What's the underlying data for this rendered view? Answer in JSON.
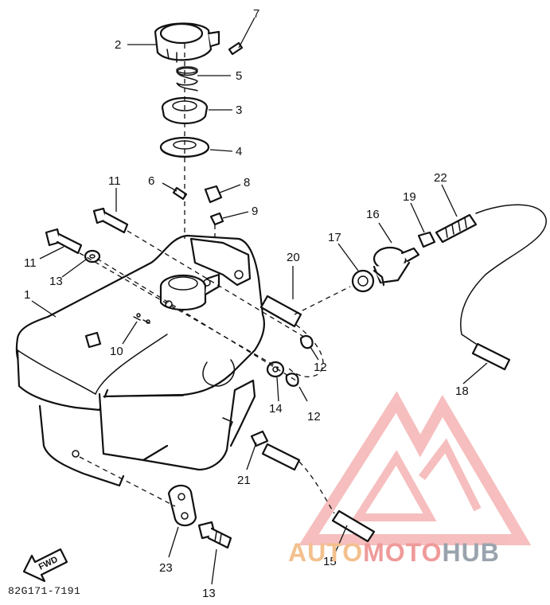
{
  "diagram": {
    "callouts": [
      {
        "id": "c1",
        "label": "1"
      },
      {
        "id": "c2",
        "label": "2"
      },
      {
        "id": "c3",
        "label": "3"
      },
      {
        "id": "c4",
        "label": "4"
      },
      {
        "id": "c5",
        "label": "5"
      },
      {
        "id": "c6",
        "label": "6"
      },
      {
        "id": "c7",
        "label": "7"
      },
      {
        "id": "c8",
        "label": "8"
      },
      {
        "id": "c9",
        "label": "9"
      },
      {
        "id": "c10",
        "label": "10"
      },
      {
        "id": "c11a",
        "label": "11"
      },
      {
        "id": "c11b",
        "label": "11"
      },
      {
        "id": "c12a",
        "label": "12"
      },
      {
        "id": "c12b",
        "label": "12"
      },
      {
        "id": "c13a",
        "label": "13"
      },
      {
        "id": "c13b",
        "label": "13"
      },
      {
        "id": "c14",
        "label": "14"
      },
      {
        "id": "c15",
        "label": "15"
      },
      {
        "id": "c16",
        "label": "16"
      },
      {
        "id": "c17",
        "label": "17"
      },
      {
        "id": "c18",
        "label": "18"
      },
      {
        "id": "c19",
        "label": "19"
      },
      {
        "id": "c20",
        "label": "20"
      },
      {
        "id": "c21",
        "label": "21"
      },
      {
        "id": "c22",
        "label": "22"
      },
      {
        "id": "c23",
        "label": "23"
      }
    ],
    "fwd_label": "FWD",
    "drawing_code": "82G171-7191"
  },
  "watermark": {
    "part1": "AUTO",
    "part2": "MOTO",
    "part3": "HUB",
    "logo_color": "#f08a8a",
    "colors": {
      "auto": "#f3c08e",
      "moto": "#ef9a9a",
      "hub": "#9aa3ad"
    }
  }
}
